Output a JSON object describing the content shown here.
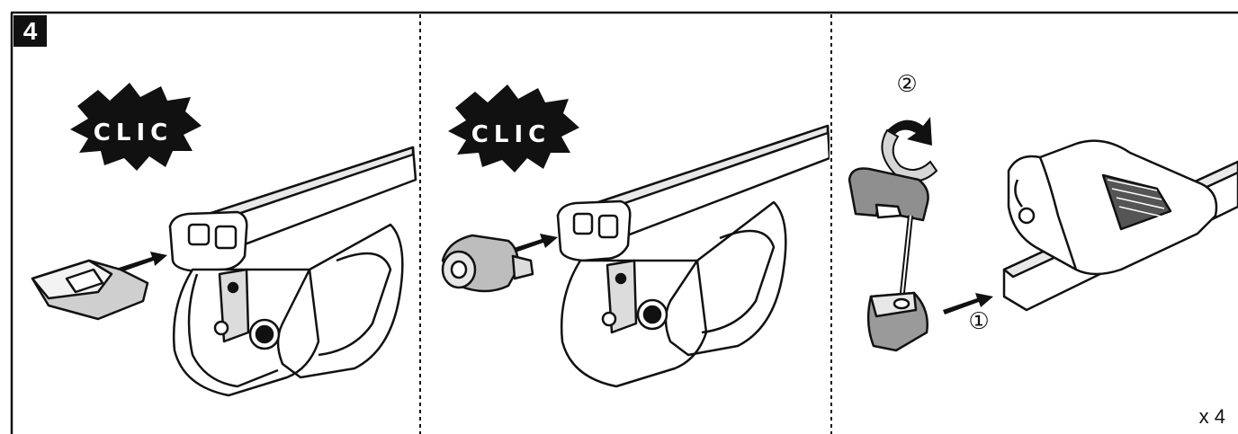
{
  "step": {
    "number": "4"
  },
  "panels": [
    {
      "clic_label": "CLIC"
    },
    {
      "clic_label": "CLIC"
    },
    {
      "step_one": "①",
      "step_two": "②"
    }
  ],
  "quantity": "x 4",
  "colors": {
    "ink": "#111111",
    "paper": "#ffffff",
    "shade": "#cfcfcf",
    "dark_shade": "#8a8a8a"
  }
}
